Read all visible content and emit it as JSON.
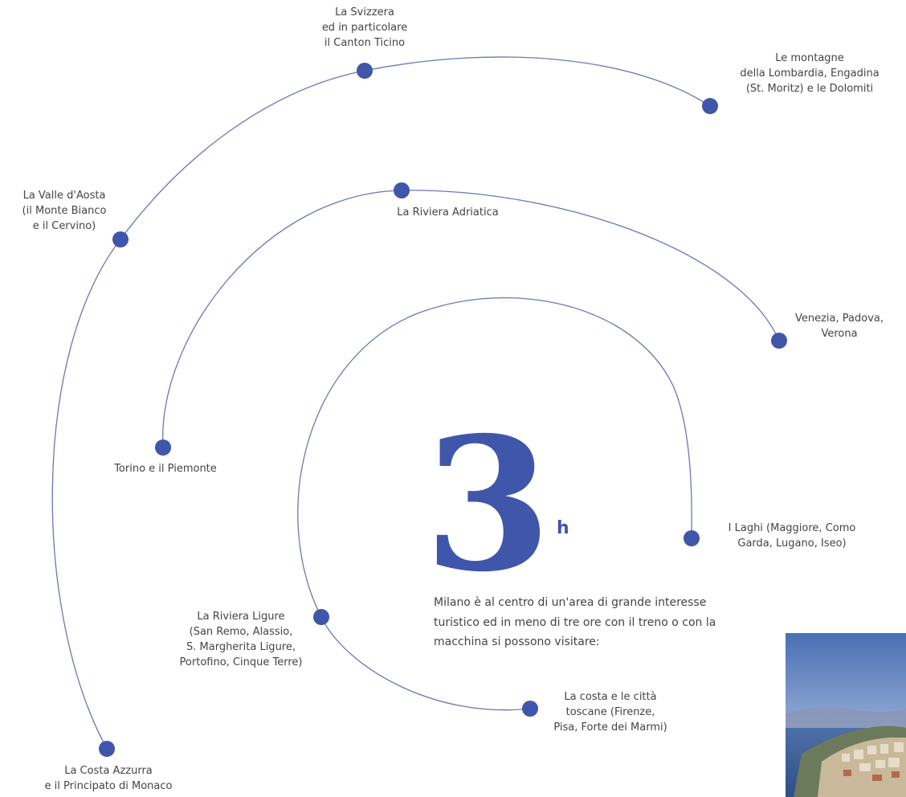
{
  "big_number": {
    "value": "3",
    "unit": "h"
  },
  "intro": {
    "lines": [
      "Milano è al centro di un'area di grande interesse",
      "turistico ed in meno di tre ore con il treno o con la",
      "macchina si possono visitare:"
    ]
  },
  "destinations": {
    "svizzera": [
      "La Svizzera",
      "ed in particolare",
      "il Canton Ticino"
    ],
    "montagne": [
      "Le montagne",
      "della Lombardia, Engadina",
      "(St. Moritz) e le Dolomiti"
    ],
    "valle_aosta": [
      "La Valle d'Aosta",
      "(il Monte Bianco",
      "e il Cervino)"
    ],
    "riviera_adriatica": [
      "La Riviera Adriatica"
    ],
    "venezia": [
      "Venezia, Padova,",
      "Verona"
    ],
    "torino": [
      "Torino e il Piemonte"
    ],
    "laghi": [
      "I Laghi (Maggiore, Como",
      "Garda, Lugano, Iseo)"
    ],
    "riviera_ligure": [
      "La Riviera Ligure",
      "(San Remo, Alassio,",
      "S. Margherita Ligure,",
      "Portofino, Cinque Terre)"
    ],
    "toscana": [
      "La costa e le città",
      "toscane (Firenze,",
      "Pisa, Forte dei Marmi)"
    ],
    "costa_azzurra": [
      "La Costa Azzurra",
      "e il Principato di Monaco"
    ]
  },
  "colors": {
    "accent": "#3f56aa",
    "arc": "#6a78b6",
    "text": "#444444"
  }
}
